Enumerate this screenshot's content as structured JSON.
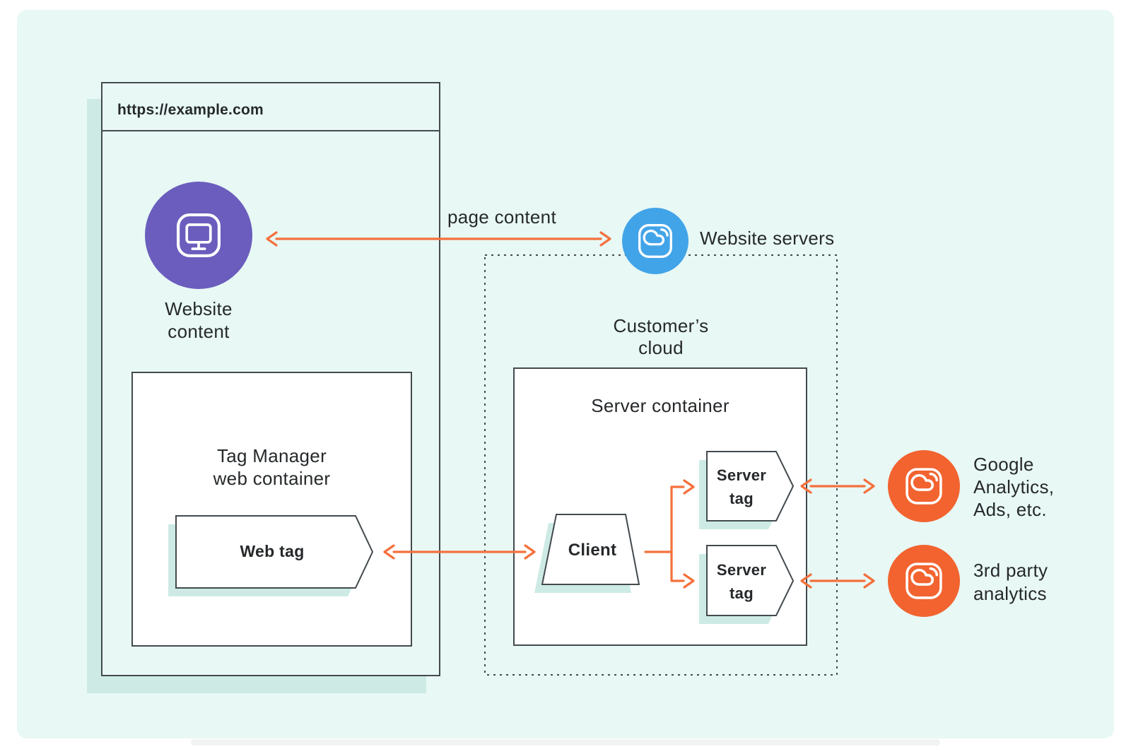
{
  "colors": {
    "background": "#e8f8f5",
    "shadow": "#cdebe4",
    "outline": "#434a4e",
    "text": "#26292b",
    "arrow_orange": "#f4703c",
    "purple_circle": "#6a5dbd",
    "blue_circle": "#42a4e8",
    "orange_circle": "#f2632f"
  },
  "browser": {
    "url": "https://example.com",
    "website_content": {
      "icon": "monitor-icon",
      "line1": "Website",
      "line2": "content"
    },
    "tag_manager": {
      "title1": "Tag Manager",
      "title2": "web container",
      "web_tag": "Web tag"
    }
  },
  "flow": {
    "page_content": "page content"
  },
  "website_servers": {
    "icon": "cloud-icon",
    "label": "Website servers"
  },
  "customers_cloud": {
    "label": "Customer’s cloud",
    "server_container": {
      "title": "Server container",
      "client": "Client",
      "tags": [
        {
          "line1": "Server",
          "line2": "tag"
        },
        {
          "line1": "Server",
          "line2": "tag"
        }
      ]
    }
  },
  "destinations": [
    {
      "icon": "cloud-icon",
      "lines": [
        "Google",
        "Analytics,",
        "Ads, etc."
      ]
    },
    {
      "icon": "cloud-icon",
      "lines": [
        "3rd party",
        "analytics"
      ]
    }
  ]
}
